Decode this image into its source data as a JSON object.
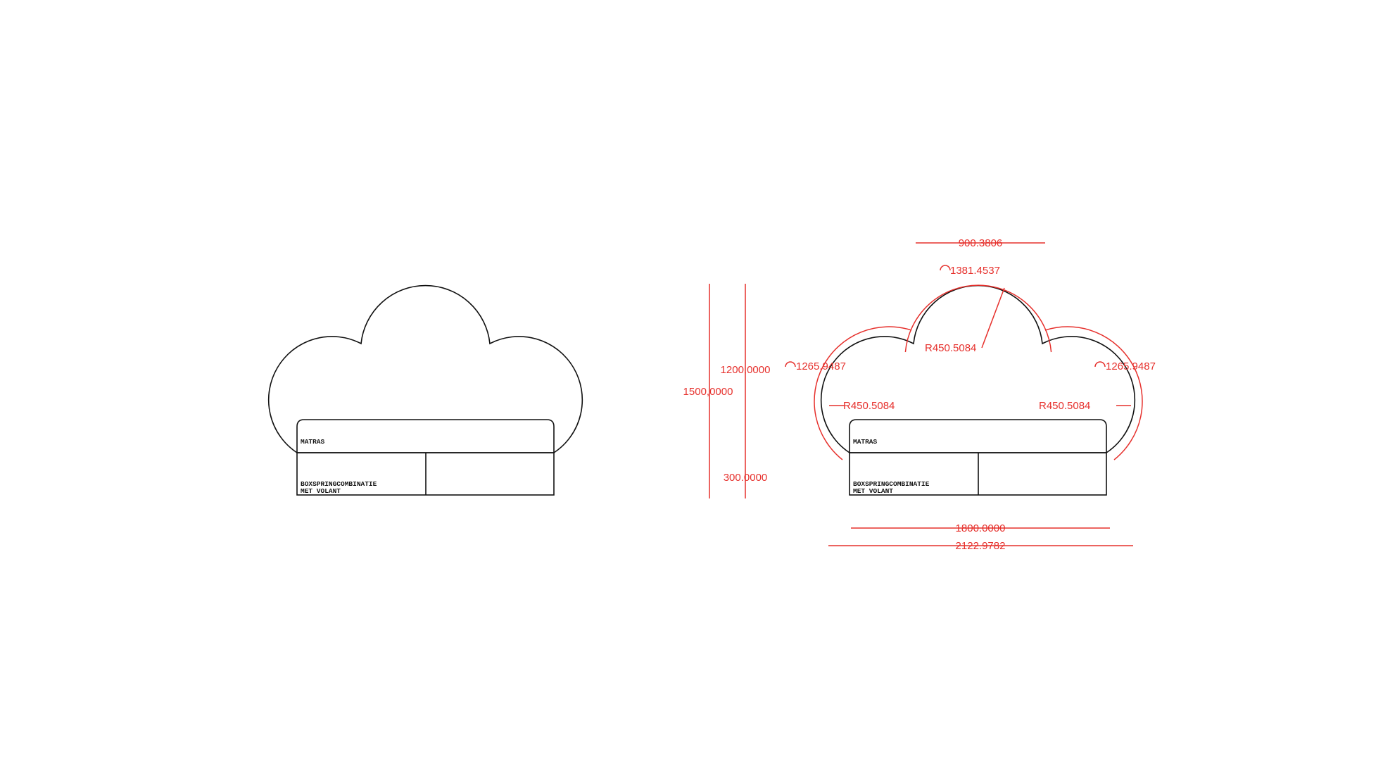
{
  "drawing_left": {
    "mattress_label": "MATRAS",
    "base_label_line1": "BOXSPRINGCOMBINATIE",
    "base_label_line2": "MET VOLANT"
  },
  "drawing_right": {
    "mattress_label": "MATRAS",
    "base_label_line1": "BOXSPRINGCOMBINATIE",
    "base_label_line2": "MET VOLANT"
  },
  "dimensions": {
    "top_width": "900.3806",
    "middle_arc_length": "1381.4537",
    "middle_radius": "R450.5084",
    "left_arc_length": "1265.9487",
    "right_arc_length": "1265.9487",
    "left_radius": "R450.5084",
    "right_radius": "R450.5084",
    "total_height": "1500,0000",
    "headboard_height": "1200,0000",
    "base_height": "300.0000",
    "bed_width": "1800.0000",
    "total_width": "2122.9782"
  },
  "colors": {
    "dimension": "#e6302c",
    "outline": "#111111"
  }
}
